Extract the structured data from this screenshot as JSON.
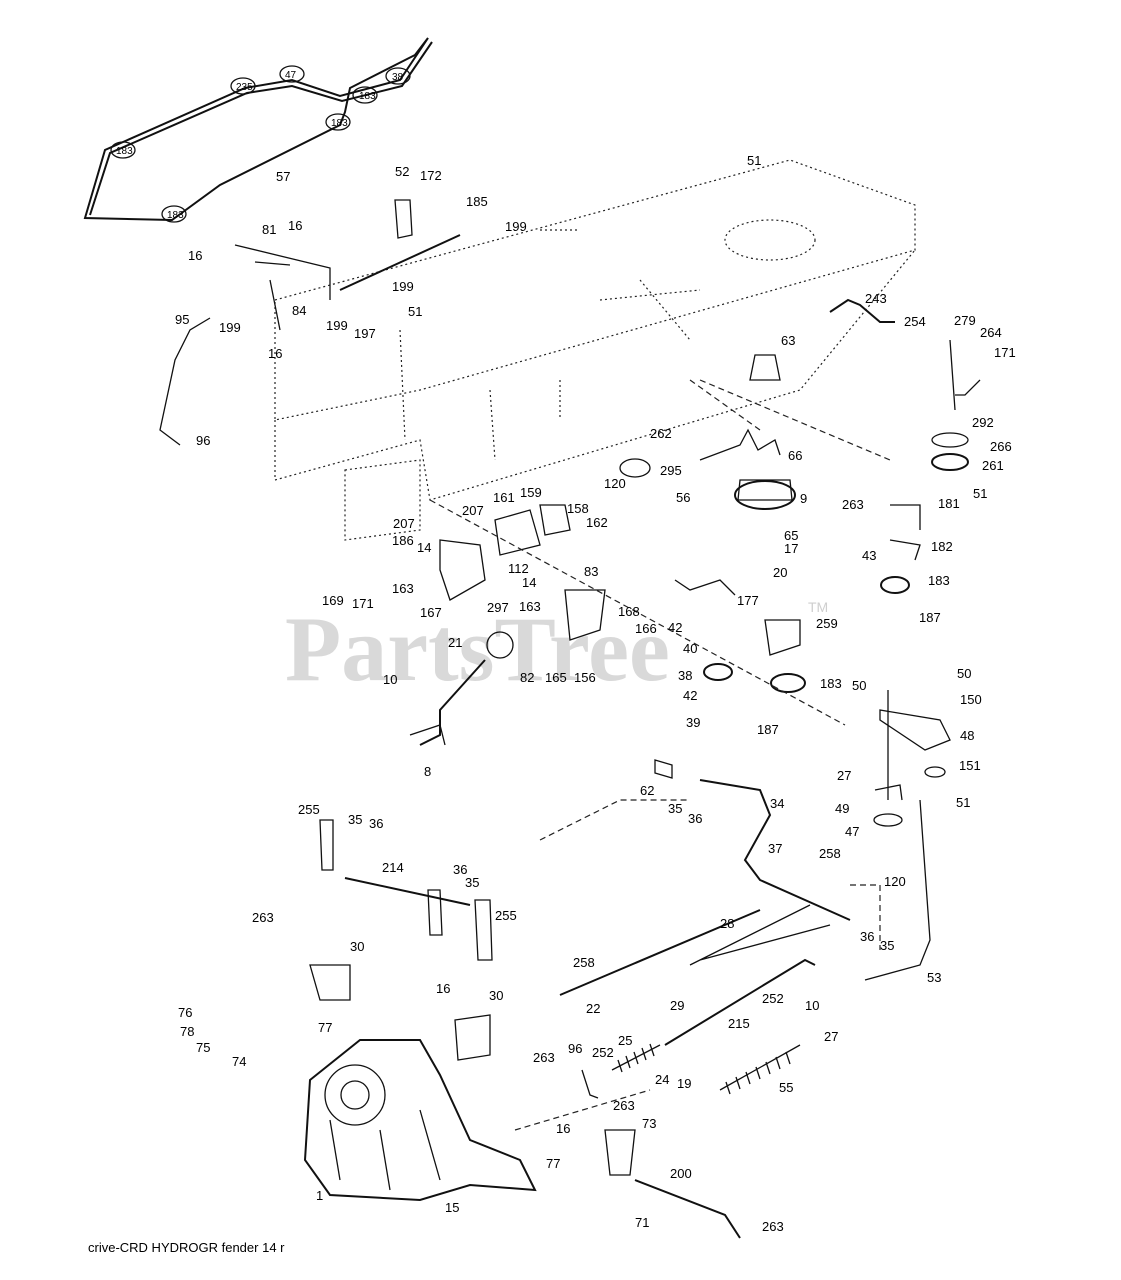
{
  "watermark": "PartsTree",
  "trademark": "TM",
  "footer": "crive-CRD HYDROGR fender 14 r",
  "belt_labels": [
    "183",
    "235",
    "47",
    "38",
    "183",
    "183",
    "183"
  ],
  "callouts": [
    "52",
    "172",
    "185",
    "199",
    "51",
    "16",
    "81",
    "16",
    "199",
    "51",
    "84",
    "199",
    "197",
    "16",
    "95",
    "199",
    "96",
    "243",
    "254",
    "279",
    "264",
    "171",
    "63",
    "262",
    "295",
    "120",
    "56",
    "66",
    "9",
    "292",
    "266",
    "261",
    "51",
    "263",
    "181",
    "65",
    "17",
    "182",
    "43",
    "20",
    "183",
    "187",
    "207",
    "161",
    "159",
    "158",
    "207",
    "186",
    "14",
    "162",
    "163",
    "112",
    "14",
    "83",
    "169",
    "171",
    "167",
    "297",
    "163",
    "168",
    "166",
    "177",
    "42",
    "40",
    "259",
    "38",
    "42",
    "39",
    "183",
    "187",
    "21",
    "82",
    "165",
    "156",
    "10",
    "8",
    "50",
    "50",
    "150",
    "48",
    "27",
    "151",
    "62",
    "35",
    "36",
    "34",
    "49",
    "51",
    "47",
    "37",
    "120",
    "258",
    "255",
    "35",
    "36",
    "214",
    "36",
    "35",
    "255",
    "28",
    "36",
    "35",
    "263",
    "30",
    "258",
    "22",
    "29",
    "252",
    "10",
    "53",
    "215",
    "27",
    "16",
    "30",
    "76",
    "77",
    "78",
    "75",
    "74",
    "263",
    "96",
    "252",
    "25",
    "24",
    "19",
    "55",
    "263",
    "73",
    "16",
    "77",
    "200",
    "1",
    "15",
    "71",
    "263",
    "57"
  ]
}
